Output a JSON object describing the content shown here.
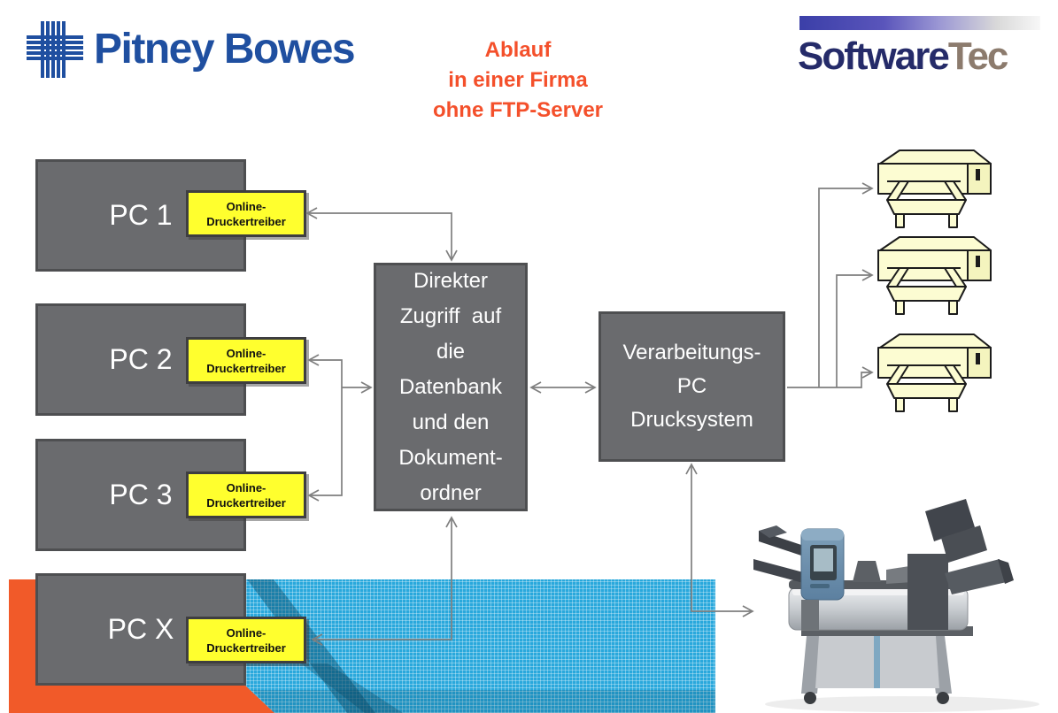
{
  "brand": {
    "pitney_bowes": "Pitney Bowes",
    "softwaretec_part1": "Software",
    "softwaretec_part2": "Tec"
  },
  "title": {
    "line1": "Ablauf",
    "line2": "in einer Firma",
    "line3": "ohne FTP-Server"
  },
  "diagram": {
    "pcs": [
      {
        "label": "PC 1"
      },
      {
        "label": "PC 2"
      },
      {
        "label": "PC 3"
      },
      {
        "label": "PC X"
      }
    ],
    "driver_label": {
      "line1": "Online-",
      "line2": "Druckertreiber"
    },
    "central_box": {
      "lines": [
        "Direkter",
        "Zugriff  auf",
        "die",
        "Datenbank",
        "und den",
        "Dokument-",
        "ordner"
      ]
    },
    "processing_box": {
      "lines": [
        "Verarbeitungs-",
        "PC",
        "Drucksystem"
      ]
    },
    "printer_count": 3
  },
  "colors": {
    "accent_orange": "#F4502B",
    "band_cyan": "#29A8DC",
    "box_gray": "#6A6B6E",
    "driver_yellow": "#FFFF2E",
    "pitney_blue": "#1F4FA0",
    "logo_navy": "#252B69",
    "logo_taupe": "#8C7B6D",
    "connector_gray": "#7F7F7F",
    "printer_cream": "#FCFCD2"
  }
}
